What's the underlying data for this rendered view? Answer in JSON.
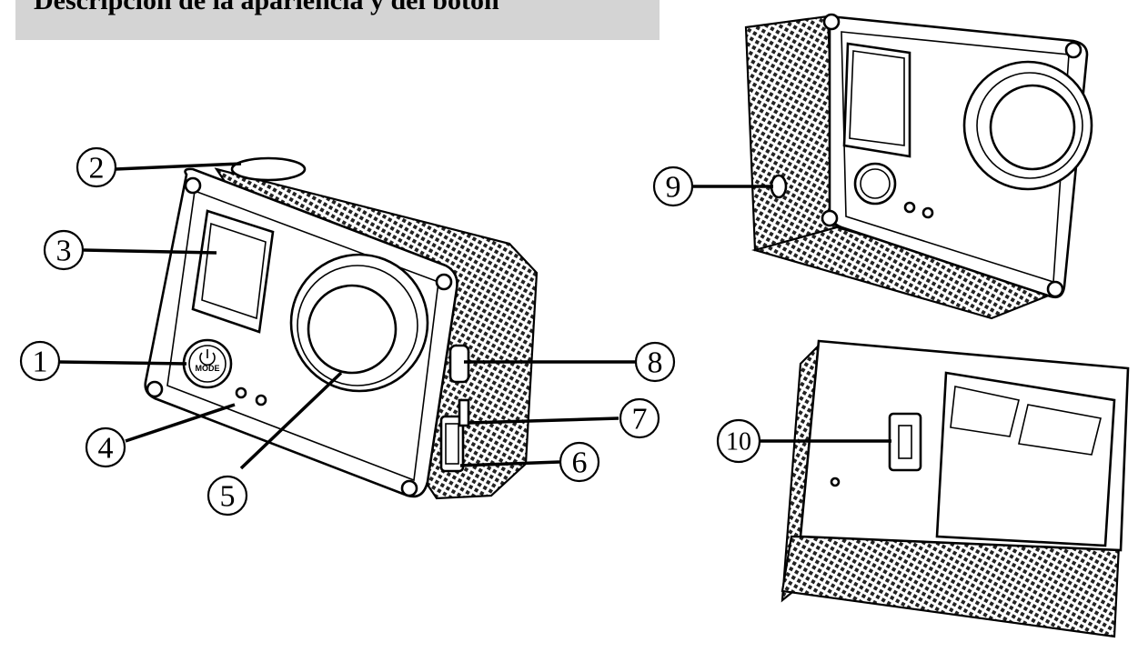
{
  "title": "Descripción de la apariencia y del botón",
  "callouts": [
    {
      "id": "1",
      "label": "1"
    },
    {
      "id": "2",
      "label": "2"
    },
    {
      "id": "3",
      "label": "3"
    },
    {
      "id": "4",
      "label": "4"
    },
    {
      "id": "5",
      "label": "5"
    },
    {
      "id": "6",
      "label": "6"
    },
    {
      "id": "7",
      "label": "7"
    },
    {
      "id": "8",
      "label": "8"
    },
    {
      "id": "9",
      "label": "9"
    },
    {
      "id": "10",
      "label": "10"
    }
  ],
  "button_text": "MODE"
}
